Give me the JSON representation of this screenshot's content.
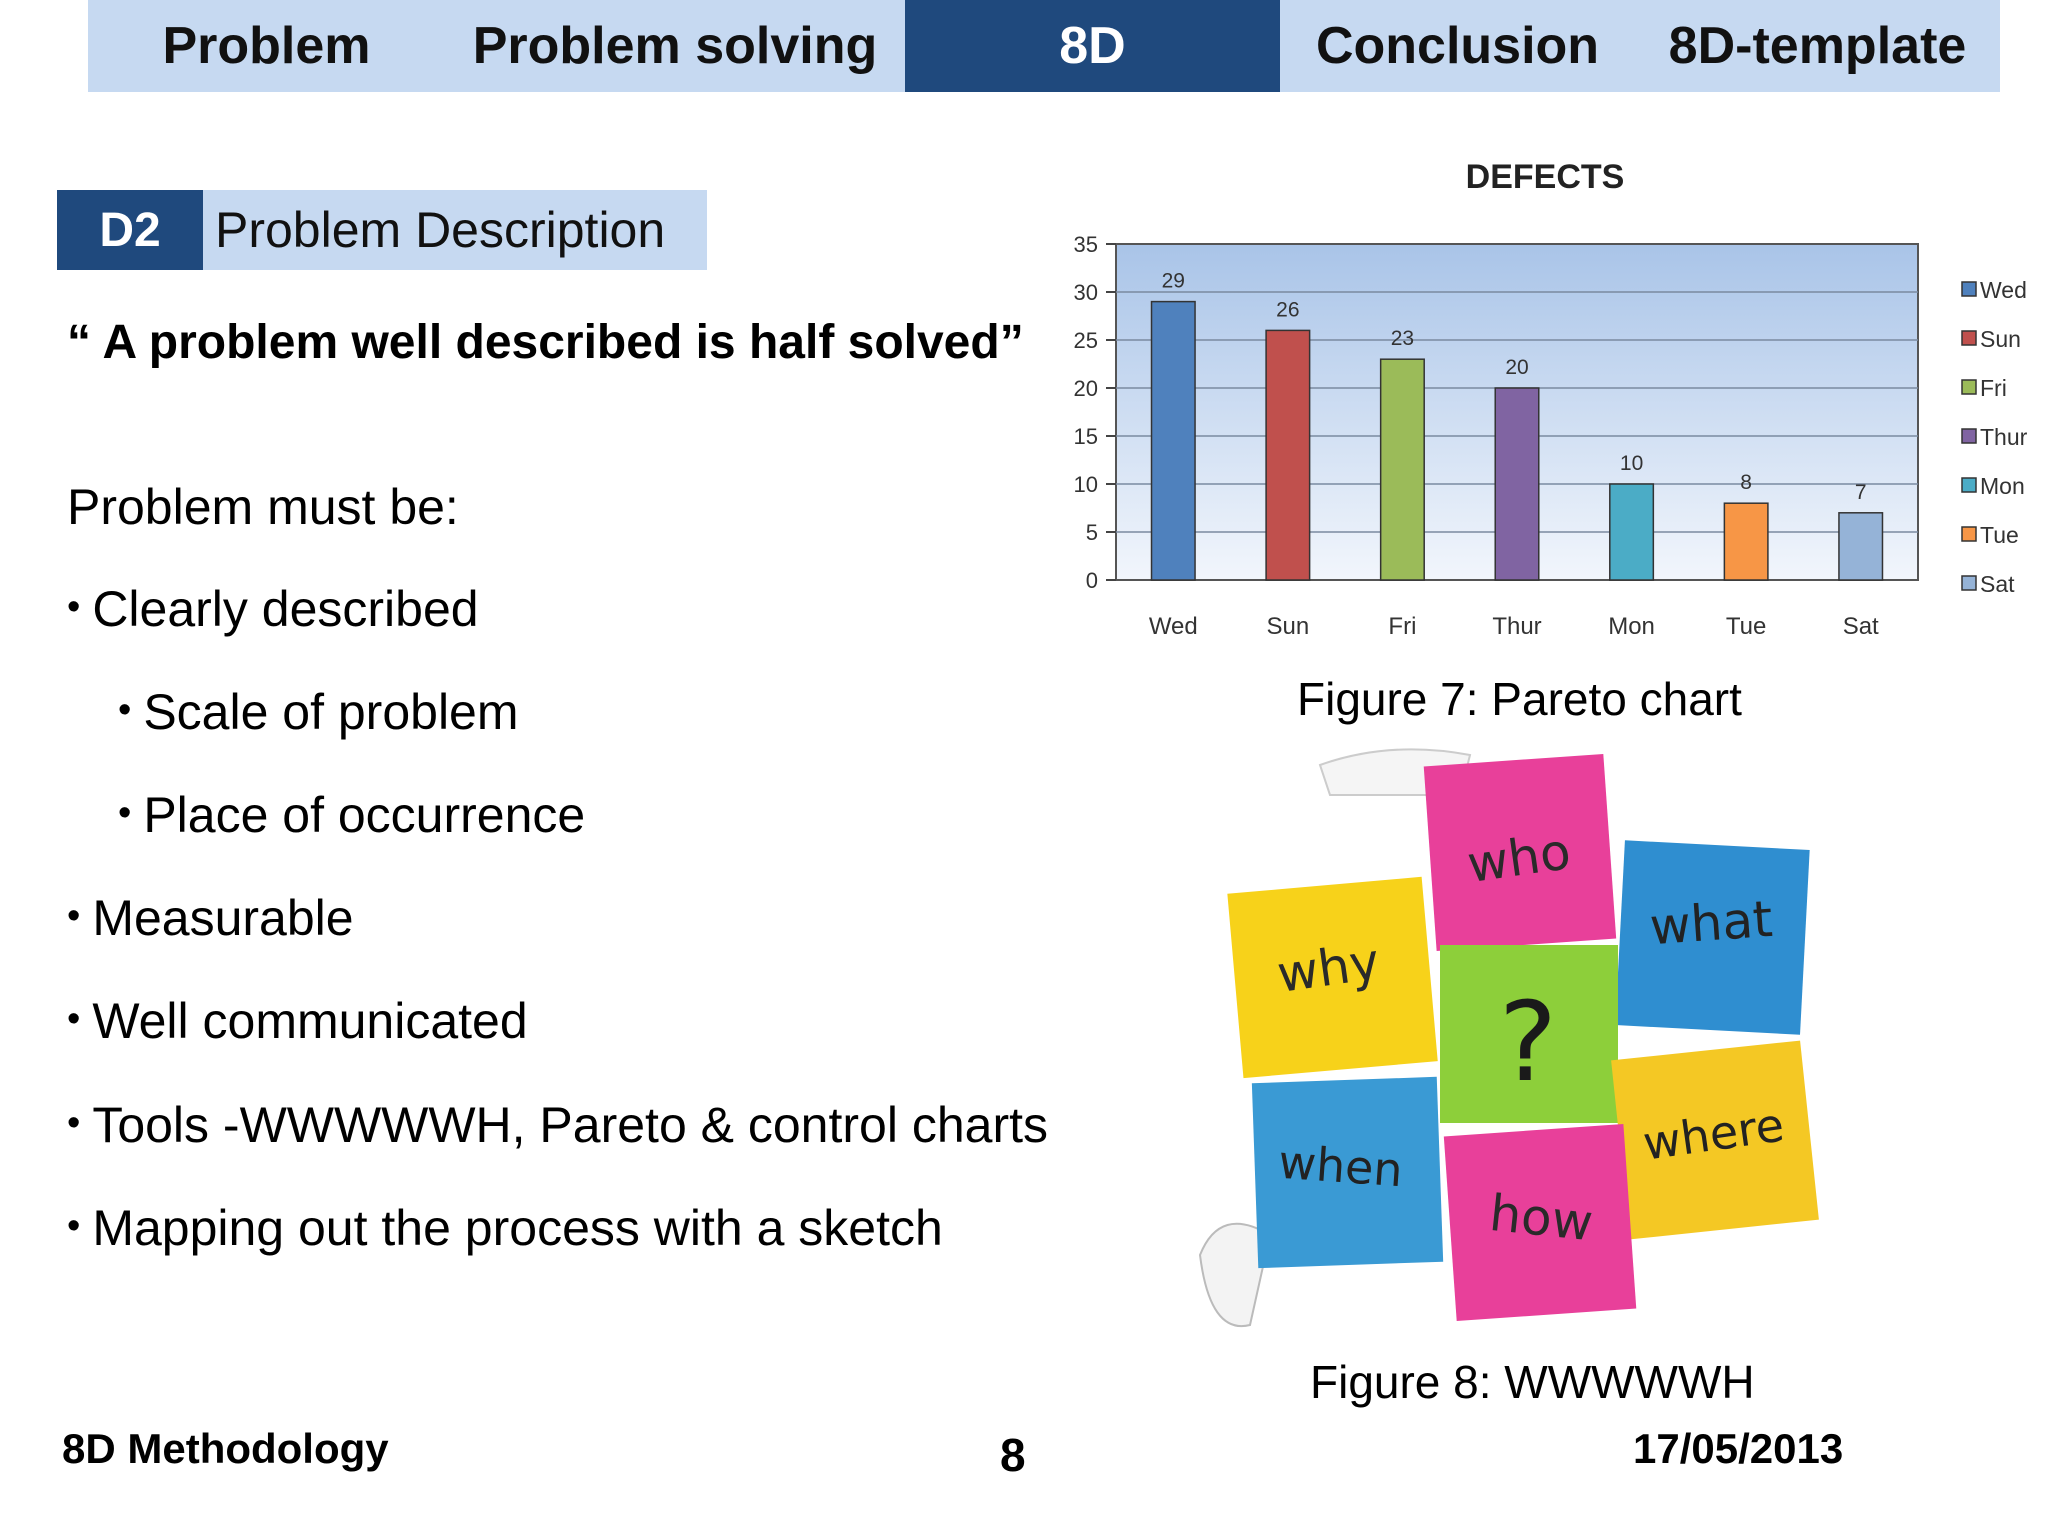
{
  "nav": {
    "items": [
      {
        "label": "Problem"
      },
      {
        "label": "Problem solving"
      },
      {
        "label": "8D"
      },
      {
        "label": "Conclusion"
      },
      {
        "label": "8D-template"
      }
    ]
  },
  "section": {
    "code": "D2",
    "title": "Problem Description"
  },
  "quote": "“ A problem well described is half solved”",
  "content": {
    "intro": "Problem must be:",
    "bullets": [
      "Clearly described",
      "Scale of problem",
      "Place of occurrence",
      "Measurable",
      "Well communicated",
      "Tools -WWWWWH, Pareto & control charts",
      "Mapping out the process with a sketch"
    ]
  },
  "chart_data": {
    "type": "bar",
    "title": "DEFECTS",
    "categories": [
      "Wed",
      "Sun",
      "Fri",
      "Thur",
      "Mon",
      "Tue",
      "Sat"
    ],
    "values": [
      29,
      26,
      23,
      20,
      10,
      8,
      7
    ],
    "colors": [
      "#4f81bd",
      "#c0504d",
      "#9bbb59",
      "#8064a2",
      "#4bacc6",
      "#f79646",
      "#95b3d7"
    ],
    "legend": [
      "Wed",
      "Sun",
      "Fri",
      "Thur",
      "Mon",
      "Tue",
      "Sat"
    ],
    "legend_position": "right",
    "ylim": [
      0,
      35
    ],
    "yticks": [
      0,
      5,
      10,
      15,
      20,
      25,
      30,
      35
    ],
    "grid": true,
    "data_labels": true,
    "xlabel": "",
    "ylabel": ""
  },
  "figures": {
    "pareto_caption": "Figure 7: Pareto chart",
    "wwwwwh_caption": "Figure 8: WWWWWH",
    "notes": [
      {
        "word": "who",
        "color": "#e8409a"
      },
      {
        "word": "why",
        "color": "#f7d21a"
      },
      {
        "word": "what",
        "color": "#2f8ed0"
      },
      {
        "word": "?",
        "color": "#8dcf3a"
      },
      {
        "word": "when",
        "color": "#3a9ad4"
      },
      {
        "word": "where",
        "color": "#f4c824"
      },
      {
        "word": "how",
        "color": "#e8409a"
      }
    ]
  },
  "footer": {
    "left": "8D Methodology",
    "page": "8",
    "date": "17/05/2013"
  }
}
